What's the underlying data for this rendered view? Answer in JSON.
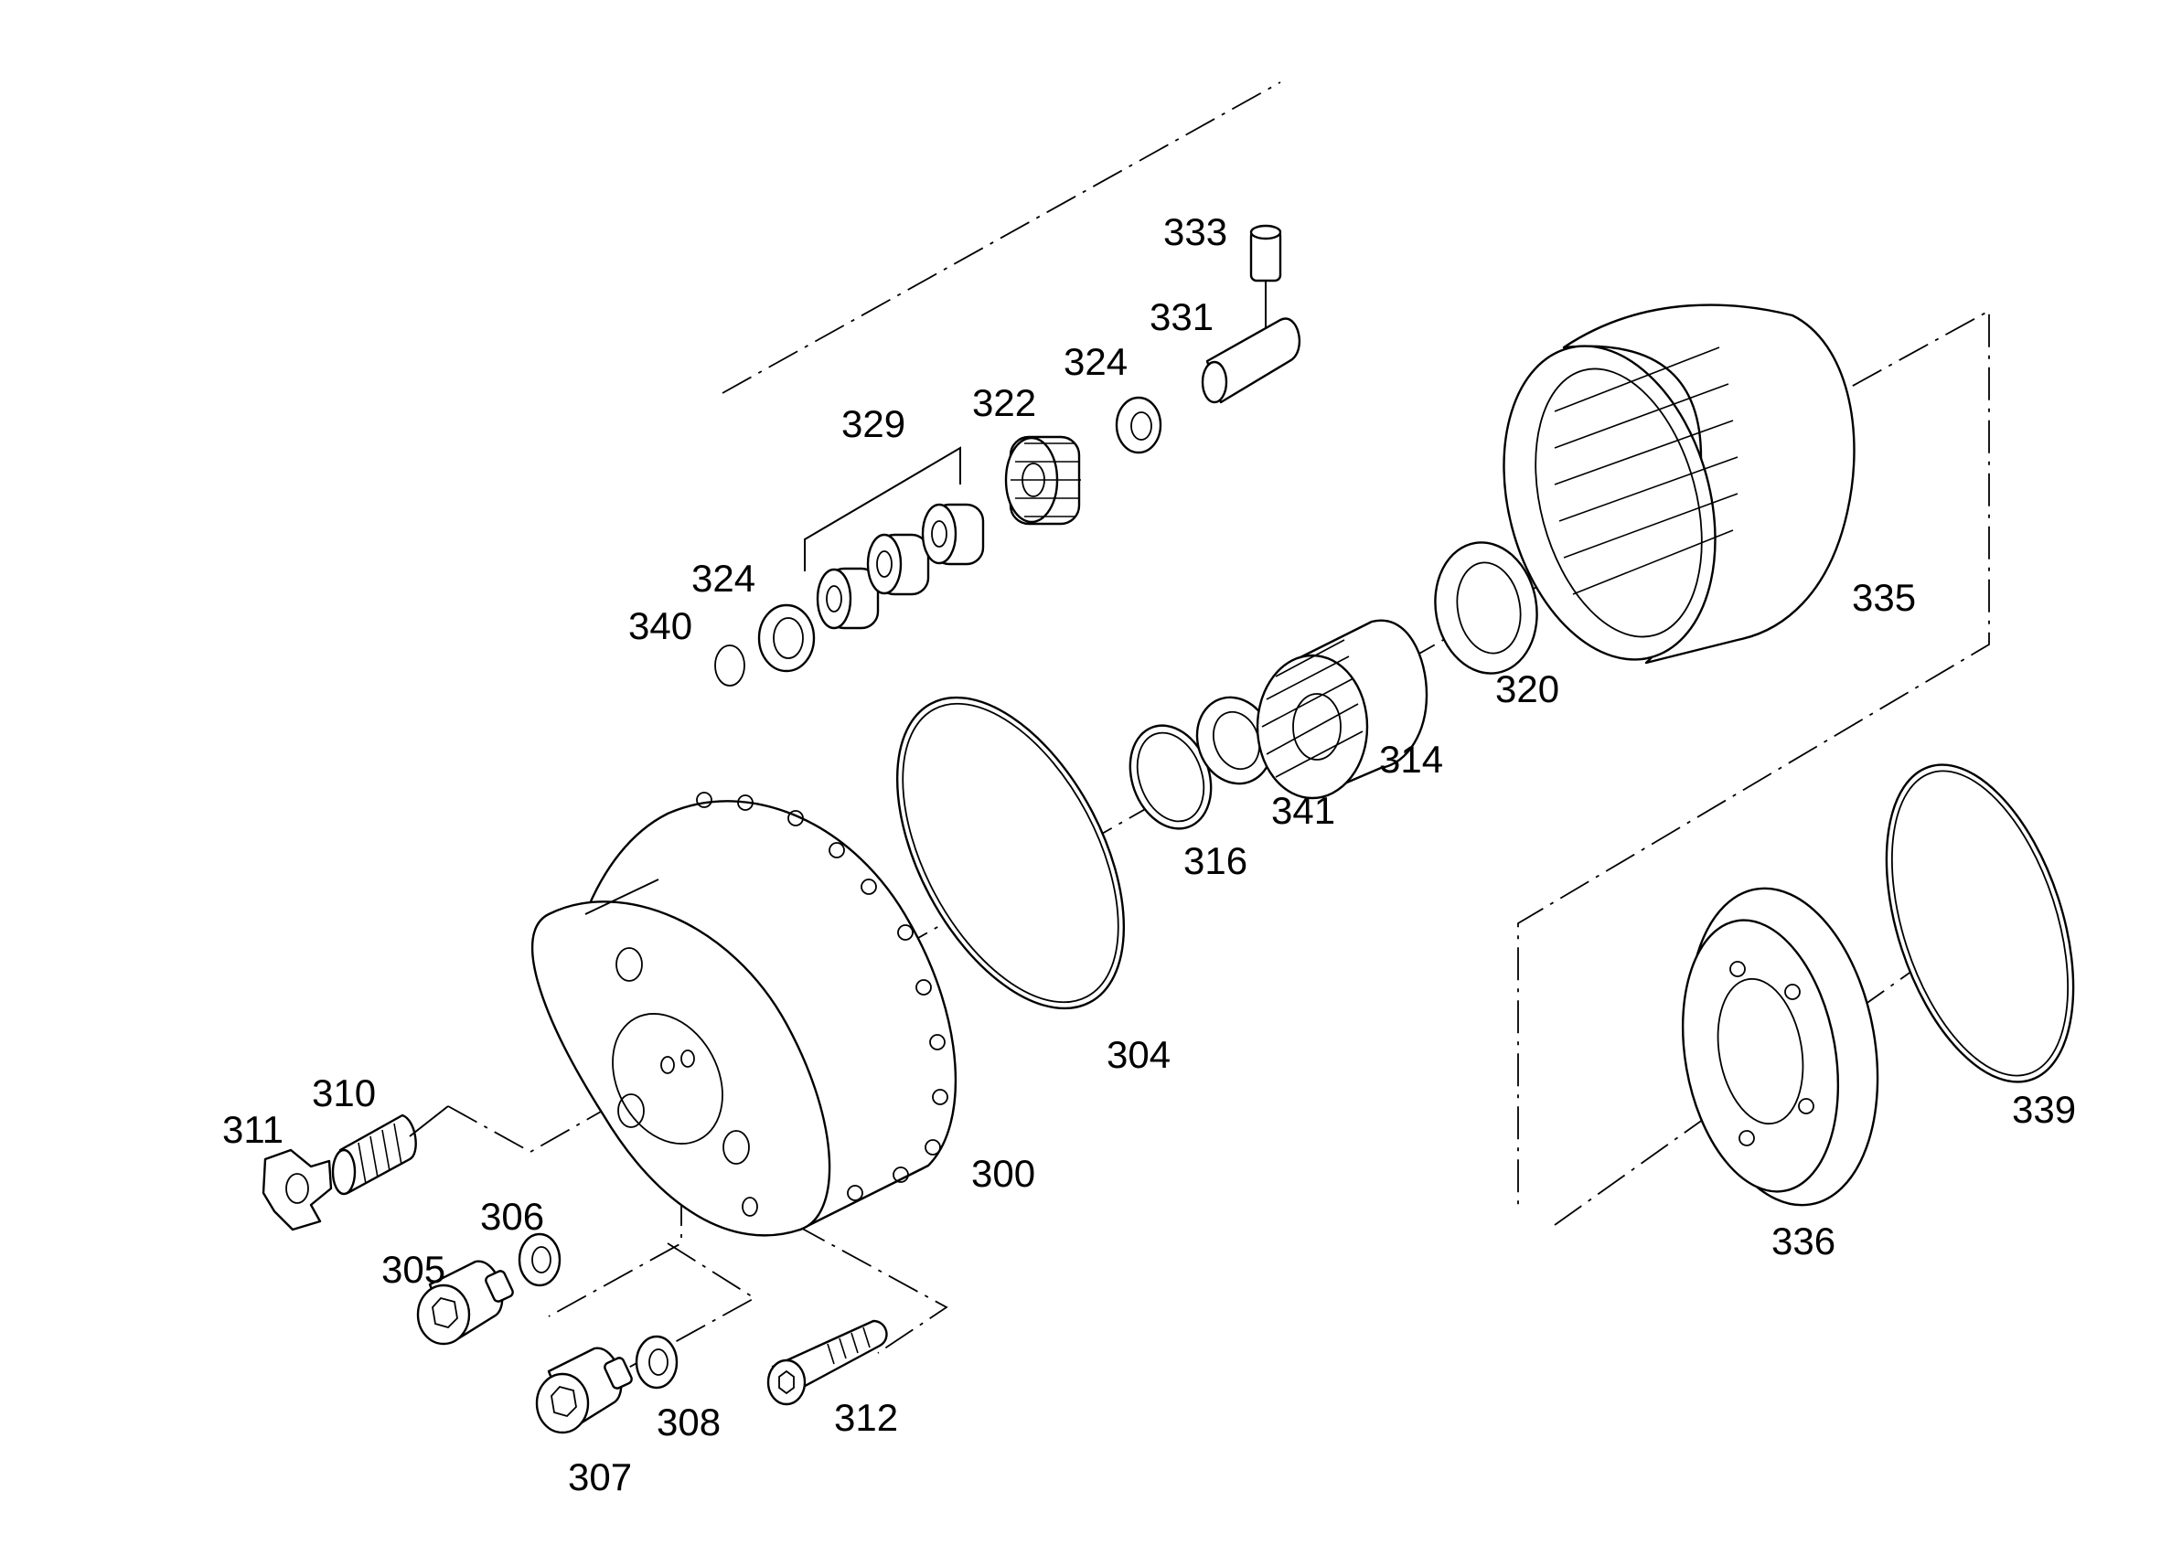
{
  "parts": {
    "p300": "300",
    "p304": "304",
    "p305": "305",
    "p306": "306",
    "p307": "307",
    "p308": "308",
    "p310": "310",
    "p311": "311",
    "p312": "312",
    "p314": "314",
    "p316": "316",
    "p320": "320",
    "p322": "322",
    "p324a": "324",
    "p324b": "324",
    "p329": "329",
    "p331": "331",
    "p333": "333",
    "p335": "335",
    "p336": "336",
    "p339": "339",
    "p340": "340",
    "p341": "341"
  },
  "colors": {
    "line": "#000000",
    "background": "#ffffff"
  }
}
